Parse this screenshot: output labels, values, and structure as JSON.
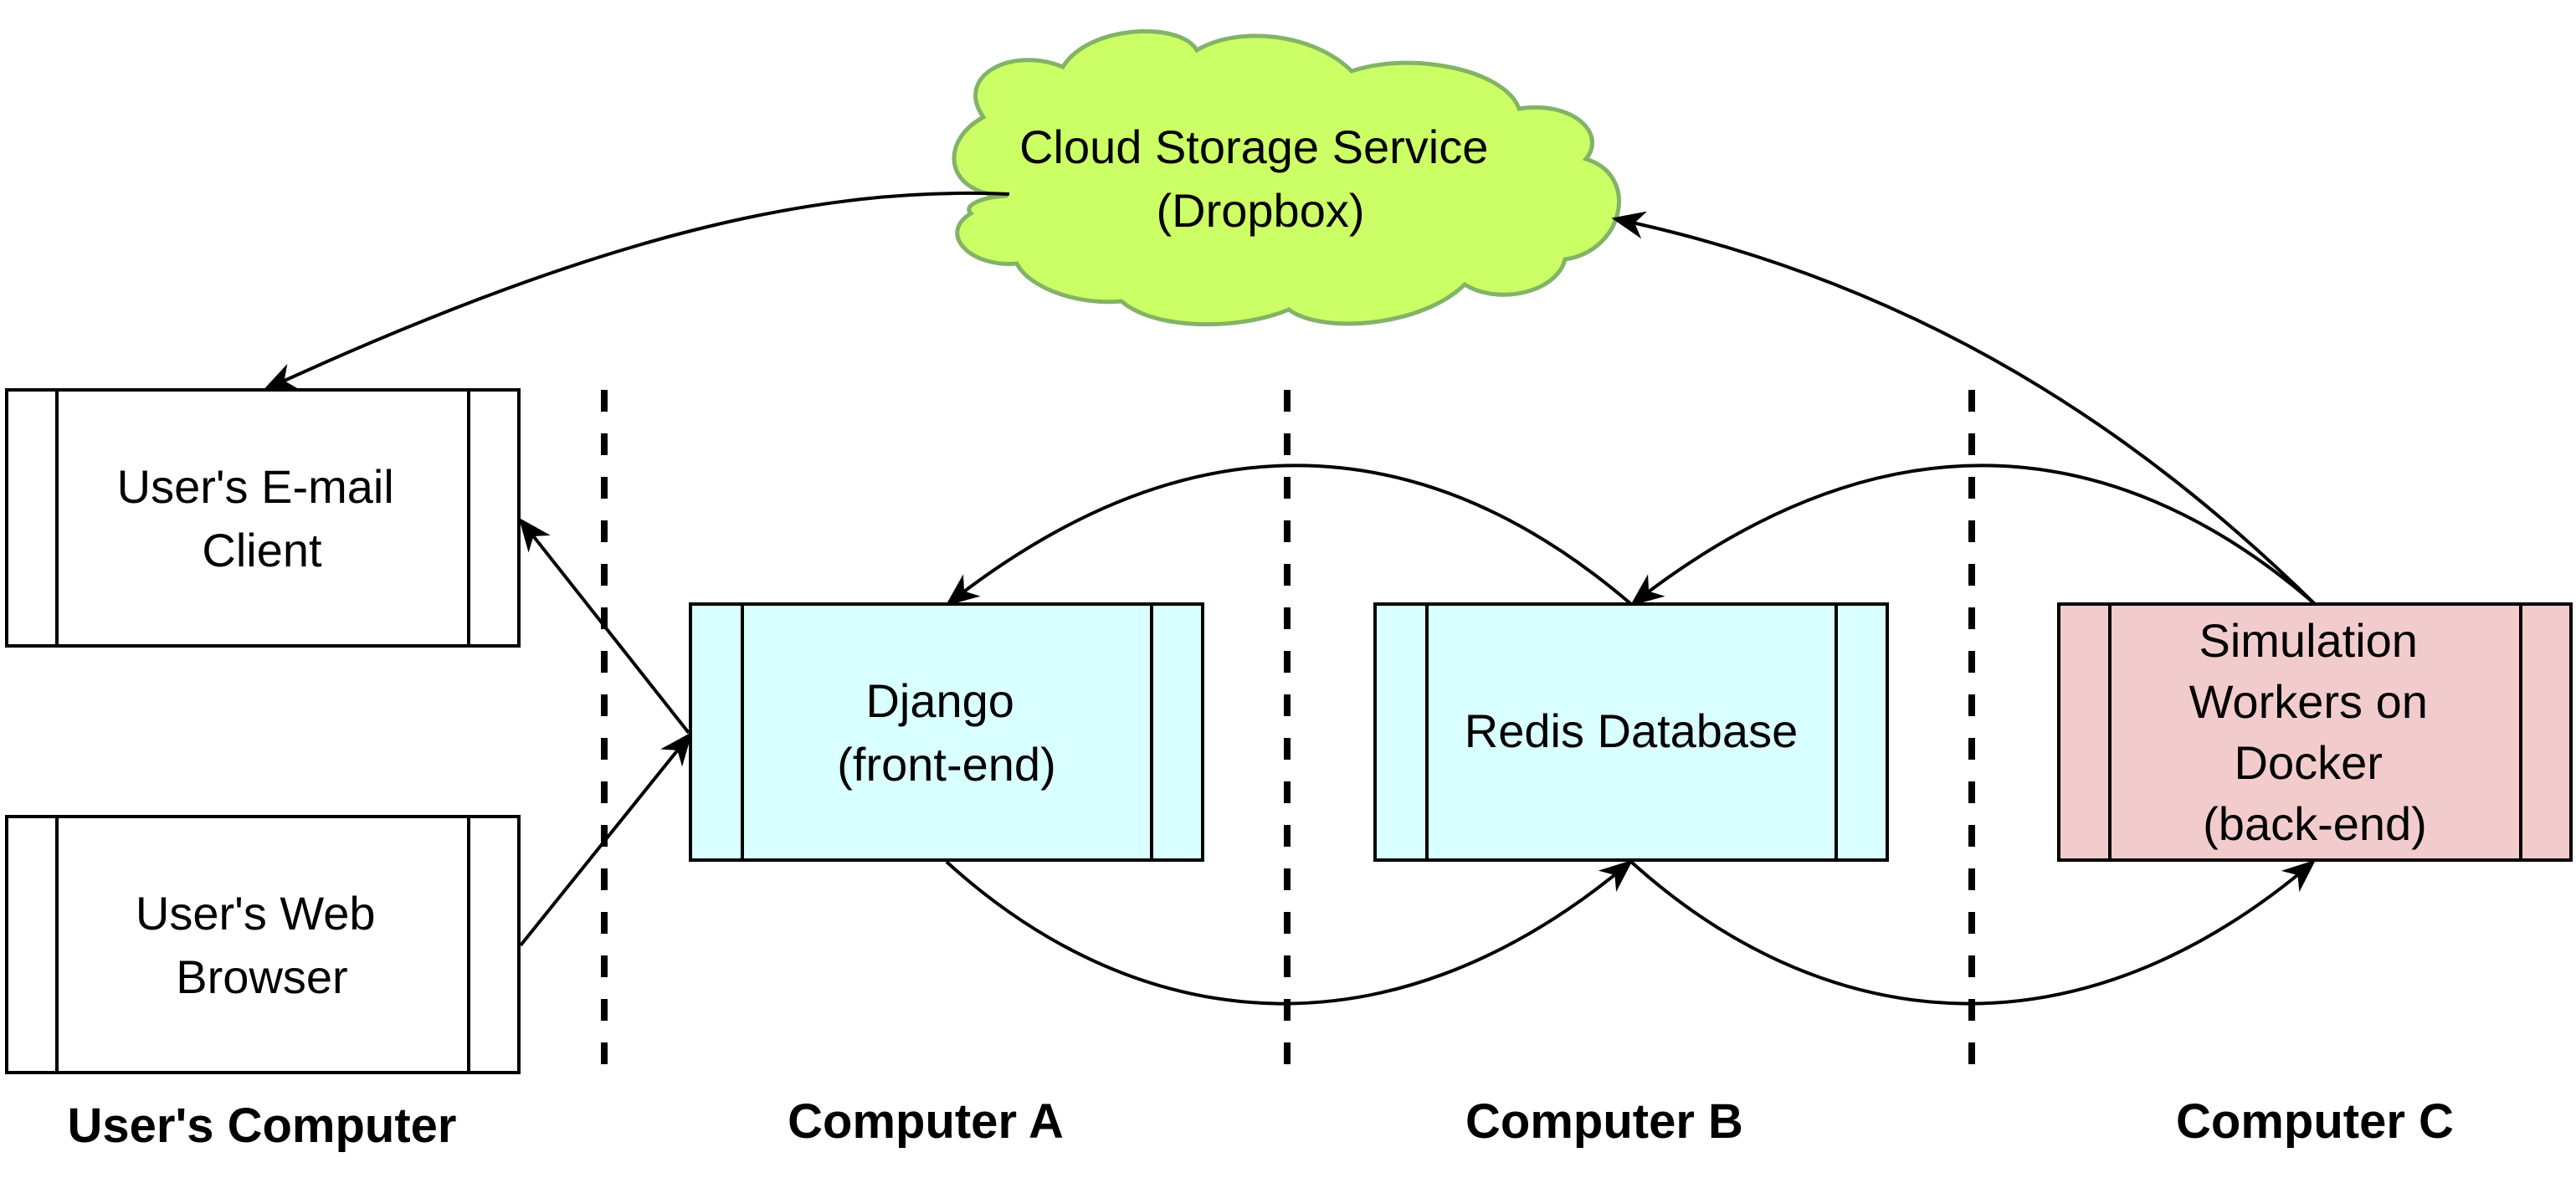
{
  "colors": {
    "cloud_fill": "#ccff66",
    "cloud_stroke": "#82b366",
    "frontend_fill": "#d9ffff",
    "backend_fill": "#f2cccc",
    "client_fill": "#ffffff",
    "line": "#000000"
  },
  "nodes": {
    "cloud": {
      "lines": [
        "Cloud Storage Service",
        "(Dropbox)"
      ]
    },
    "email_client": {
      "lines": [
        "User's E-mail",
        "Client"
      ]
    },
    "web_browser": {
      "lines": [
        "User's Web",
        "Browser"
      ]
    },
    "django": {
      "lines": [
        "Django",
        "(front-end)"
      ]
    },
    "redis": {
      "lines": [
        "Redis Database"
      ]
    },
    "workers": {
      "lines": [
        "Simulation",
        "Workers on",
        "Docker",
        "(back-end)"
      ]
    }
  },
  "zones": {
    "users_computer": "User's Computer",
    "computer_a": "Computer A",
    "computer_b": "Computer B",
    "computer_c": "Computer C"
  },
  "edges": [
    {
      "from": "cloud",
      "to": "email_client"
    },
    {
      "from": "web_browser",
      "to": "django"
    },
    {
      "from": "django",
      "to": "email_client"
    },
    {
      "from": "django",
      "to": "redis"
    },
    {
      "from": "redis",
      "to": "django"
    },
    {
      "from": "redis",
      "to": "workers"
    },
    {
      "from": "workers",
      "to": "redis"
    },
    {
      "from": "workers",
      "to": "cloud"
    }
  ]
}
